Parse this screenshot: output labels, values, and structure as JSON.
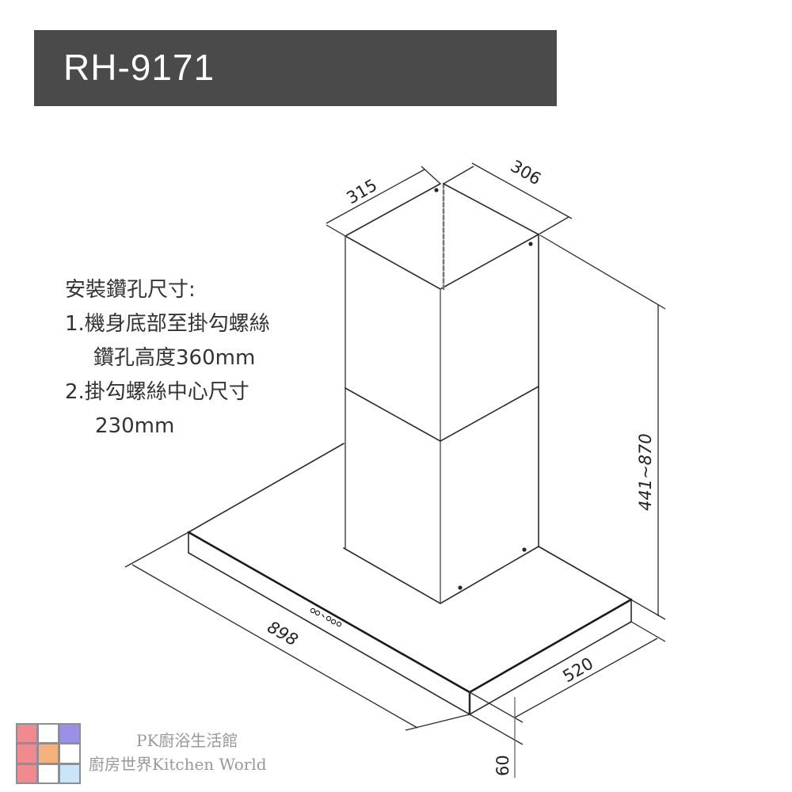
{
  "header": {
    "model": "RH-9171",
    "bar_color": "#4a4a4a"
  },
  "notes": {
    "heading": "安裝鑽孔尺寸:",
    "item1_line1": "1.機身底部至掛勾螺絲",
    "item1_line2": "鑽孔高度360mm",
    "item2_line1": "2.掛勾螺絲中心尺寸",
    "item2_line2": "230mm"
  },
  "dimensions": {
    "chimney_width": "315",
    "chimney_depth": "306",
    "height_range": "441~870",
    "canopy_width": "898",
    "canopy_depth": "520",
    "canopy_thickness": "60"
  },
  "control_panel": {
    "buttons": "OOIOOO"
  },
  "brand": {
    "line1": "PK廚浴生活館",
    "line2": "廚房世界Kitchen World",
    "logo_colors": [
      "#f08a8f",
      "#ffffff",
      "#9a90e8",
      "#f08a8f",
      "#f5b27a",
      "#ffffff",
      "#f08a8f",
      "#ffffff",
      "#c8e6f8"
    ]
  }
}
